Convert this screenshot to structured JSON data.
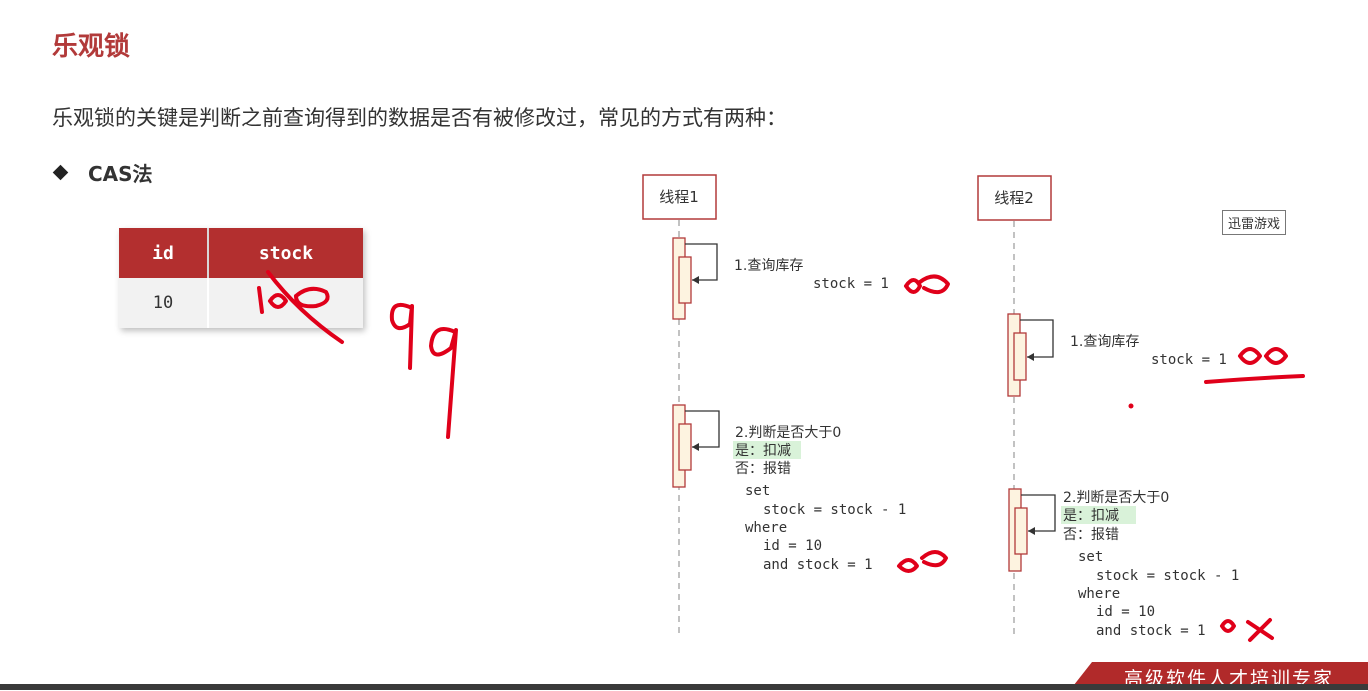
{
  "slide": {
    "title": "乐观锁",
    "intro": "乐观锁的关键是判断之前查询得到的数据是否有被修改过，常见的方式有两种：",
    "bullet": "CAS法"
  },
  "table": {
    "headers": [
      "id",
      "stock"
    ],
    "row": [
      "10",
      ""
    ]
  },
  "thread1": {
    "label": "线程1",
    "step1": "1.查询库存",
    "stock_line": "stock = 1",
    "step2": "2.判断是否大于0",
    "yes": "是：扣减",
    "no": "否：报错",
    "sql_set": "set",
    "sql_assign": "stock = stock - 1",
    "sql_where": "where",
    "sql_id": "id = 10",
    "sql_and": "and stock = 1"
  },
  "thread2": {
    "label": "线程2",
    "step1": "1.查询库存",
    "stock_line": "stock = 1",
    "step2": "2.判断是否大于0",
    "yes": "是：扣减",
    "no": "否：报错",
    "sql_set": "set",
    "sql_assign": "stock = stock - 1",
    "sql_where": "where",
    "sql_id": "id = 10",
    "sql_and": "and stock = 1"
  },
  "watermark": "迅雷游戏",
  "footer": "高级软件人才培训专家",
  "colors": {
    "accent": "#b23a3a",
    "activation_fill": "#fdf3e0",
    "highlight": "#d9f2d9",
    "annotation": "#e0001a"
  }
}
